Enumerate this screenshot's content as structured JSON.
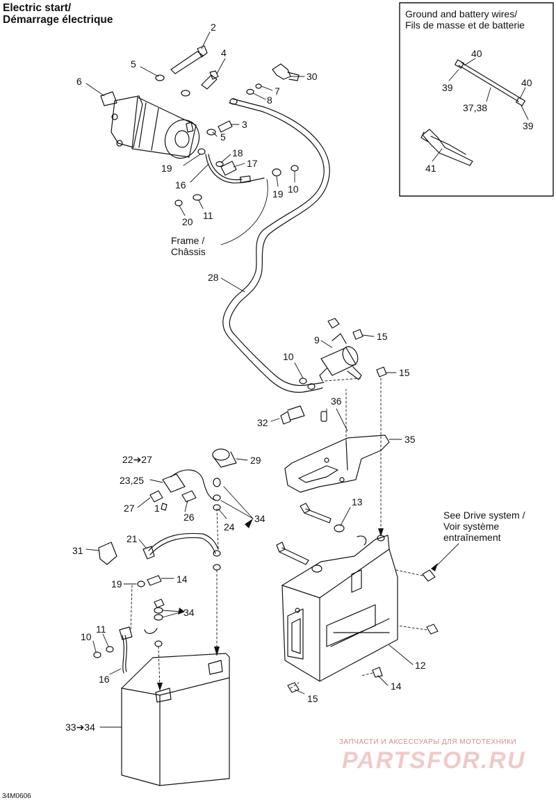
{
  "title": {
    "line1": "Electric start/",
    "line2": "Démarrage électrique"
  },
  "inset": {
    "line1": "Ground and battery wires/",
    "line2": "Fils de masse et de batterie"
  },
  "notes": {
    "frame_line1": "Frame /",
    "frame_line2": "Châssis",
    "drive_line1": "See Drive system /",
    "drive_line2": "Voir système",
    "drive_line3": "entraînement"
  },
  "callouts": {
    "c2": "2",
    "c4": "4",
    "c5a": "5",
    "c30": "30",
    "c6": "6",
    "c7": "7",
    "c8": "8",
    "c3": "3",
    "c5b": "5",
    "c18": "18",
    "c17": "17",
    "c19a": "19",
    "c16a": "16",
    "c19b": "19",
    "c10a": "10",
    "c11a": "11",
    "c20": "20",
    "c28": "28",
    "c9": "9",
    "c15a": "15",
    "c10b": "10",
    "c15b": "15",
    "c36": "36",
    "c32": "32",
    "c35": "35",
    "c2227": "22➔27",
    "c29": "29",
    "c2325": "23,25",
    "c27": "27",
    "c1": "1",
    "c26": "26",
    "c24": "24",
    "c34a": "34",
    "c13": "13",
    "c21": "21",
    "c31": "31",
    "c19c": "19",
    "c14a": "14",
    "c34b": "34",
    "c11b": "11",
    "c10c": "10",
    "c16b": "16",
    "c12": "12",
    "c14b": "14",
    "c15c": "15",
    "c3334": "33➔34",
    "c40a": "40",
    "c39a": "39",
    "c40b": "40",
    "c3738": "37,38",
    "c39b": "39",
    "c41": "41"
  },
  "drawing_code": "34M0606",
  "watermark": {
    "line1": "ЗАПЧАСТИ И АКСЕССУАРЫ ДЛЯ МОТОТЕХНИКИ",
    "line2": "PARTSFOR.RU"
  },
  "colors": {
    "line": "#111111",
    "watermark_text": "#d88a8a",
    "watermark_logo": "#f1c9c9"
  }
}
